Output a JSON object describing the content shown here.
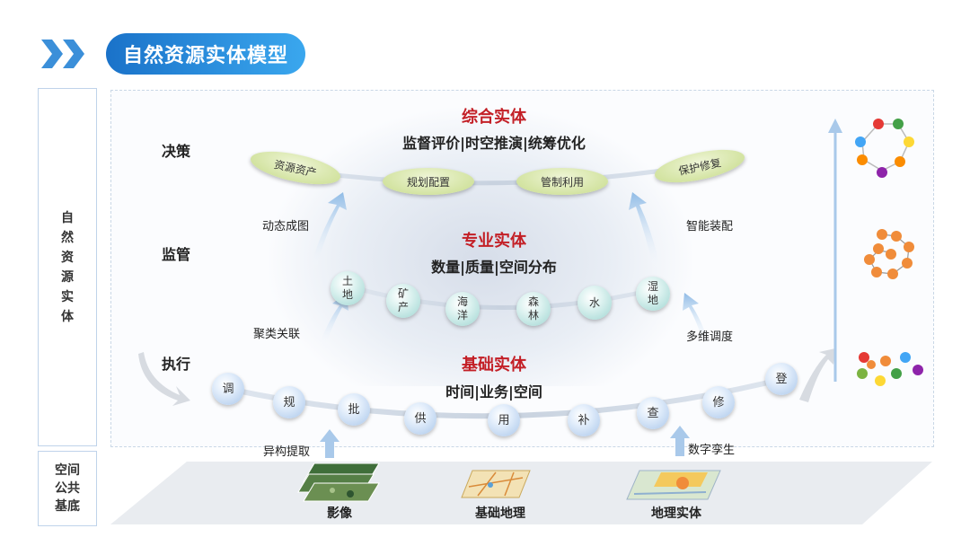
{
  "header": {
    "title": "自然资源实体模型"
  },
  "left_column": {
    "main_label": "自然资源实体",
    "base_label": "空间公共基底"
  },
  "rows": {
    "decision": "决策",
    "supervision": "监管",
    "execution": "执行"
  },
  "comprehensive": {
    "title": "综合实体",
    "subtitle": "监督评价|时空推演|统筹优化",
    "nodes": [
      "资源资产",
      "规划配置",
      "管制利用",
      "保护修复"
    ]
  },
  "professional": {
    "title": "专业实体",
    "subtitle": "数量|质量|空间分布",
    "nodes": [
      "土地",
      "矿产",
      "海洋",
      "森林",
      "水",
      "湿地"
    ]
  },
  "basic": {
    "title": "基础实体",
    "subtitle": "时间|业务|空间",
    "nodes": [
      "调",
      "规",
      "批",
      "供",
      "用",
      "补",
      "查",
      "修",
      "登"
    ]
  },
  "side_labels": {
    "dynamic_mapping": "动态成图",
    "cluster_link": "聚类关联",
    "smart_assembly": "智能装配",
    "multi_dim_dispatch": "多维调度",
    "heterogeneous_extract": "异构提取",
    "digital_twin": "数字孪生"
  },
  "base": {
    "items": [
      "影像",
      "基础地理",
      "地理实体"
    ]
  },
  "colors": {
    "accent_blue": "#1a72c9",
    "entity_red": "#c31f26",
    "leaf_green": "#c8dc8c",
    "ball_teal": "#9fd6d2",
    "arrow_blue": "#a9c9ea"
  }
}
